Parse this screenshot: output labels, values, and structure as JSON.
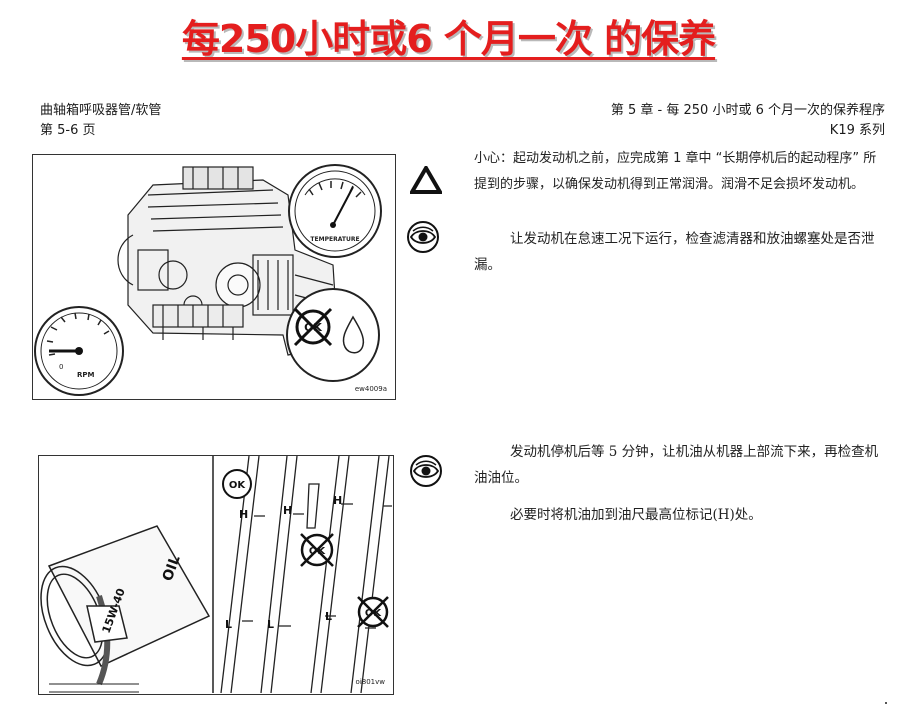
{
  "title": "每250小时或6 个月一次 的保养",
  "header": {
    "left_line1": "曲轴箱呼吸器管/软管",
    "left_line2": "第 5-6 页",
    "right_line1": "第 5 章 - 每 250 小时或 6 个月一次的保养程序",
    "right_line2": "K19 系列"
  },
  "figure1": {
    "gauge_label": "TEMPERATURE",
    "tach_label": "RPM",
    "tach_zero": "0",
    "ok_symbol": "OK",
    "figure_code": "ew4009a"
  },
  "figure2": {
    "ok_symbol": "OK",
    "oil_grade": "15W-40",
    "oil_word": "OIL",
    "mark_high": "H",
    "mark_low": "L",
    "figure_code": "oi801vw"
  },
  "text": {
    "caution": "小心：起动发动机之前，应完成第 1 章中 “长期停机后的起动程序” 所提到的步骤，以确保发动机得到正常润滑。润滑不足会损坏发动机。",
    "idle_check": "让发动机在怠速工况下运行，检查滤清器和放油螺塞处是否泄漏。",
    "wait_check": "发动机停机后等 5 分钟，让机油从机器上部流下来，再检查机油油位。",
    "fill_note": "必要时将机油加到油尺最高位标记(H)处。"
  }
}
